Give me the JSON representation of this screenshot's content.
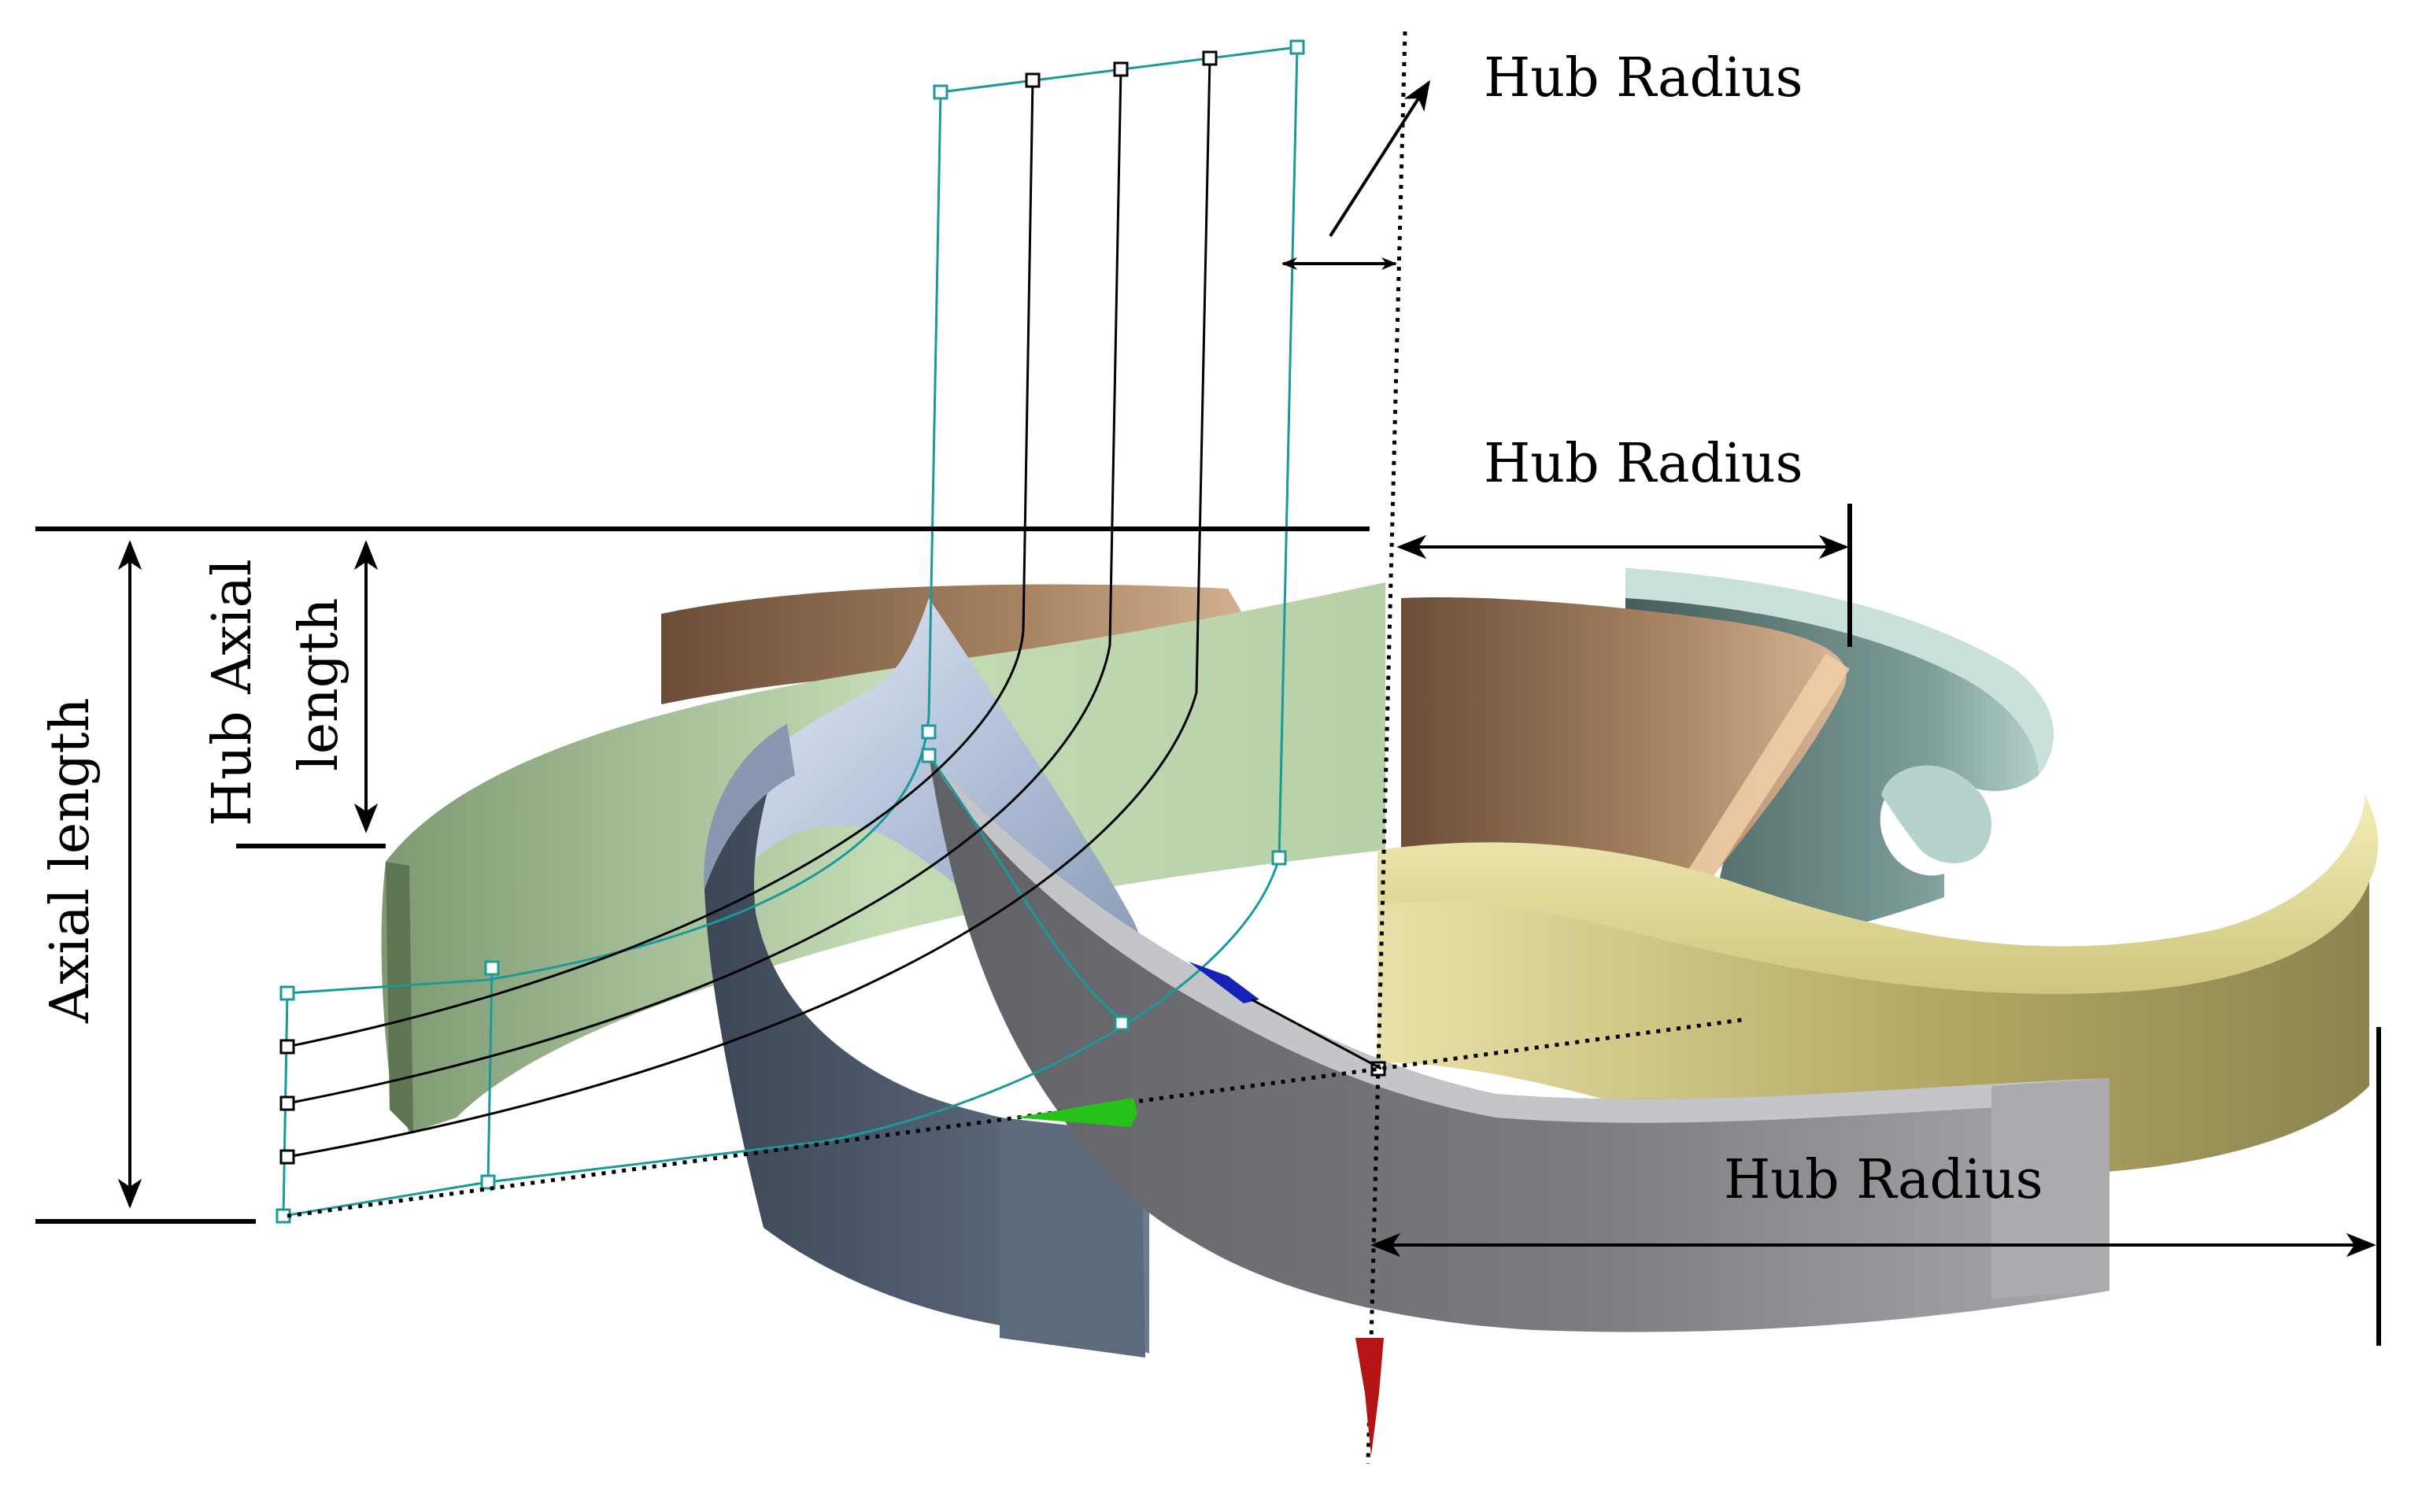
{
  "labels": {
    "hub_radius_top": "Hub Radius",
    "hub_radius_middle": "Hub Radius",
    "hub_radius_bottom": "Hub Radius",
    "hub_axial_length_line1": "Hub Axial",
    "hub_axial_length_line2": "length",
    "axial_length": "Axial length"
  },
  "colors": {
    "background": "#ffffff",
    "dimension_line": "#000000",
    "construction_curve": "#1a9a9a",
    "blade_green_band": "#a8c49a",
    "blade_bronze_band": "#8e6a4e",
    "blade_teal_band": "#5f7f7d",
    "blade_yellow_band": "#c9c07f",
    "blade_grey_band": "#8c8e93",
    "blade_slate_band": "#4f5c6e",
    "blade_light_blue_surface": "#bcc9dd",
    "axis_red_arrow": "#b51414",
    "axis_green_arrow": "#26c21a",
    "axis_blue_arrow": "#1422b8"
  },
  "icons": {
    "red_axis_arrow": "red-cone-arrow",
    "green_axis_arrow": "green-cone-arrow",
    "blue_axis_arrow": "blue-cone-arrow"
  }
}
